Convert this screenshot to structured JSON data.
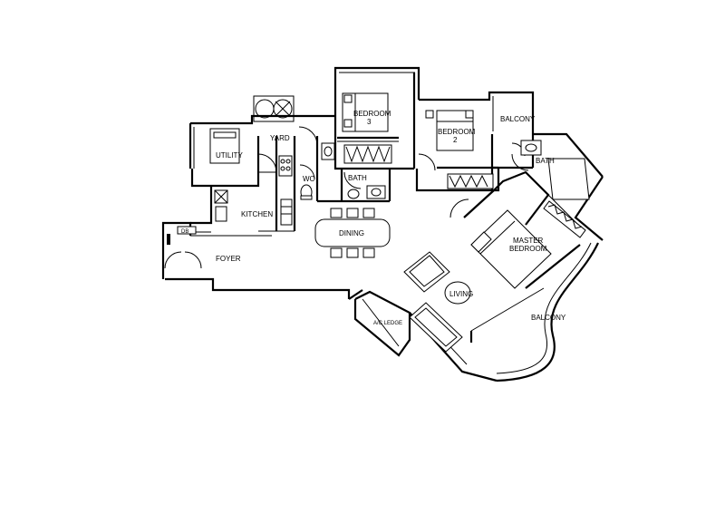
{
  "rooms": {
    "bedroom3": "BEDROOM\n3",
    "bedroom3_line1": "BEDROOM",
    "bedroom3_line2": "3",
    "bedroom2_line1": "BEDROOM",
    "bedroom2_line2": "2",
    "balcony_small": "BALCONY",
    "bath_master": "BATH",
    "yard": "YARD",
    "utility": "UTILITY",
    "wc": "WC",
    "bath": "BATH",
    "kitchen": "KITCHEN",
    "dining": "DINING",
    "master_line1": "MASTER",
    "master_line2": "BEDROOM",
    "db": "DB",
    "foyer": "FOYER",
    "living": "LIVING",
    "balcony_large": "BALCONY",
    "aircon": "A/C LEDGE"
  }
}
